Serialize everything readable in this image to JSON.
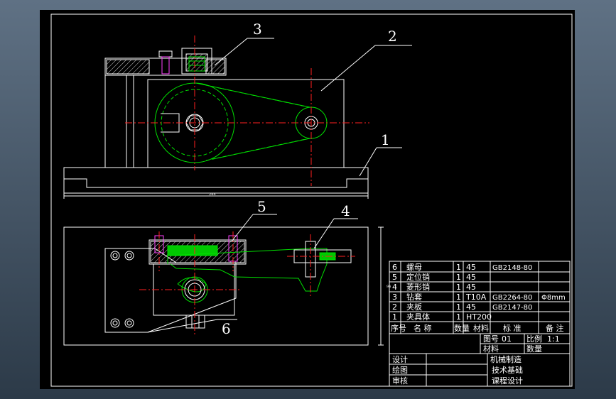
{
  "balloons": [
    "1",
    "2",
    "3",
    "4",
    "5",
    "6"
  ],
  "dimensions": {
    "top_width": "244",
    "bottom_height": "94"
  },
  "parts_header": {
    "seq": "序号",
    "name": "名 称",
    "qty": "数量",
    "material": "材料",
    "standard": "标 准",
    "remark": "备 注"
  },
  "parts": [
    {
      "seq": "6",
      "name": "螺母",
      "qty": "1",
      "material": "45",
      "standard": "GB2148-80",
      "remark": ""
    },
    {
      "seq": "5",
      "name": "定位销",
      "qty": "1",
      "material": "45",
      "standard": "",
      "remark": ""
    },
    {
      "seq": "4",
      "name": "菱形销",
      "qty": "1",
      "material": "45",
      "standard": "",
      "remark": ""
    },
    {
      "seq": "3",
      "name": "钻套",
      "qty": "1",
      "material": "T10A",
      "standard": "GB2264-80",
      "remark": "Φ8mm"
    },
    {
      "seq": "2",
      "name": "夹板",
      "qty": "1",
      "material": "45",
      "standard": "GB2147-80",
      "remark": ""
    },
    {
      "seq": "1",
      "name": "夹具体",
      "qty": "1",
      "material": "HT200",
      "standard": "",
      "remark": ""
    }
  ],
  "title_block": {
    "drawing_no_label": "图号",
    "drawing_no": "01",
    "scale_label": "比例",
    "scale": "1:1",
    "material_label": "材料",
    "quantity_label": "数量",
    "designed": "设计",
    "drawn": "绘图",
    "checked": "审核",
    "title_line1": "机械制造",
    "title_line2": "技术基础",
    "title_line3": "课程设计"
  },
  "colors": {
    "background": "#000000",
    "outline": "#ffffff",
    "centerline": "#ff2020",
    "part": "#00e000",
    "bolt": "#ff40ff"
  }
}
